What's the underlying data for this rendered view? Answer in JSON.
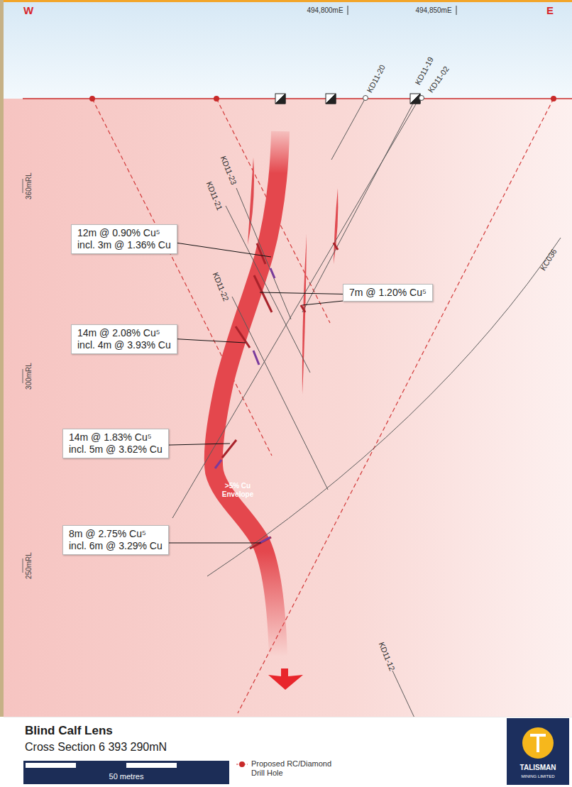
{
  "diagram": {
    "title": "Blind Calf Lens",
    "caption": "Cross Section 6 393 290mN",
    "nodes": [
      {
        "text": [
          "12m @ 0.90% Cu⁵",
          "incl. 3m @ 1.36% Cu"
        ]
      },
      {
        "text": [
          "7m @ 1.20% Cu⁵"
        ]
      },
      {
        "text": [
          "14m @ 2.08% Cu⁵",
          "incl. 4m @ 3.93% Cu"
        ]
      },
      {
        "text": [
          "14m @ 1.83% Cu⁵",
          "incl. 5m @ 3.62% Cu"
        ]
      },
      {
        "text": [
          "8m @ 2.75% Cu⁵",
          "incl. 6m @ 3.29% Cu"
        ]
      }
    ],
    "labels": [
      "W",
      "E",
      "494,800mE",
      "494,850mE",
      "KD11-20",
      "KD11-19",
      "KD11-02",
      "360mRL",
      "KD11-23",
      "KD11-21",
      "KD11-22",
      "300mRL",
      ">5% Cu Envelope",
      "KC036",
      "250mRL",
      "KD11-12",
      "50 metres",
      "TALISMAN",
      "MINING LIMITED"
    ],
    "legend": [
      {
        "text": "Proposed RC/Diamond Drill Hole"
      }
    ]
  }
}
